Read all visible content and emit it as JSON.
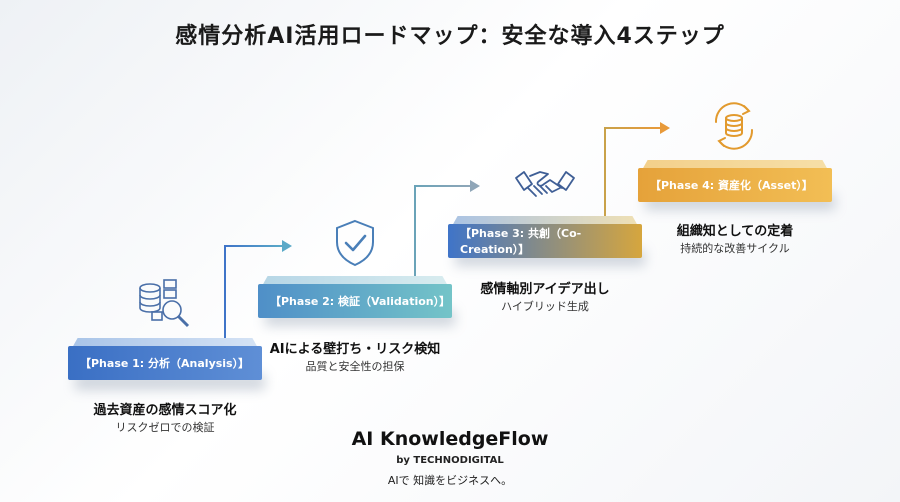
{
  "title": "感情分析AI活用ロードマップ：安全な導入4ステップ",
  "phases": [
    {
      "label": "【Phase 1: 分析（Analysis）】",
      "title": "過去資産の感情スコア化",
      "subtitle": "リスクゼロでの検証",
      "icon": "database-search-icon"
    },
    {
      "label": "【Phase 2: 検証（Validation）】",
      "title": "AIによる壁打ち・リスク検知",
      "subtitle": "品質と安全性の担保",
      "icon": "shield-check-icon"
    },
    {
      "label": "【Phase 3: 共創（Co-Creation）】",
      "title": "感情軸別アイデア出し",
      "subtitle": "ハイブリッド生成",
      "icon": "handshake-icon"
    },
    {
      "label": "【Phase 4: 資産化（Asset）】",
      "title": "組織知としての定着",
      "subtitle": "持続的な改善サイクル",
      "icon": "database-cycle-icon"
    }
  ],
  "brand": {
    "name": "AI KnowledgeFlow",
    "by": "by TECHNODIGITAL",
    "tagline": "AIで 知識をビジネスへ。"
  },
  "colors": {
    "phase1": "#3f74c8",
    "phase2": "#5aa9c8",
    "phase3": "#c9a24a",
    "phase4": "#e8a83a",
    "arrow_blue": "#4b7fc0",
    "arrow_gold": "#d9a54a"
  }
}
